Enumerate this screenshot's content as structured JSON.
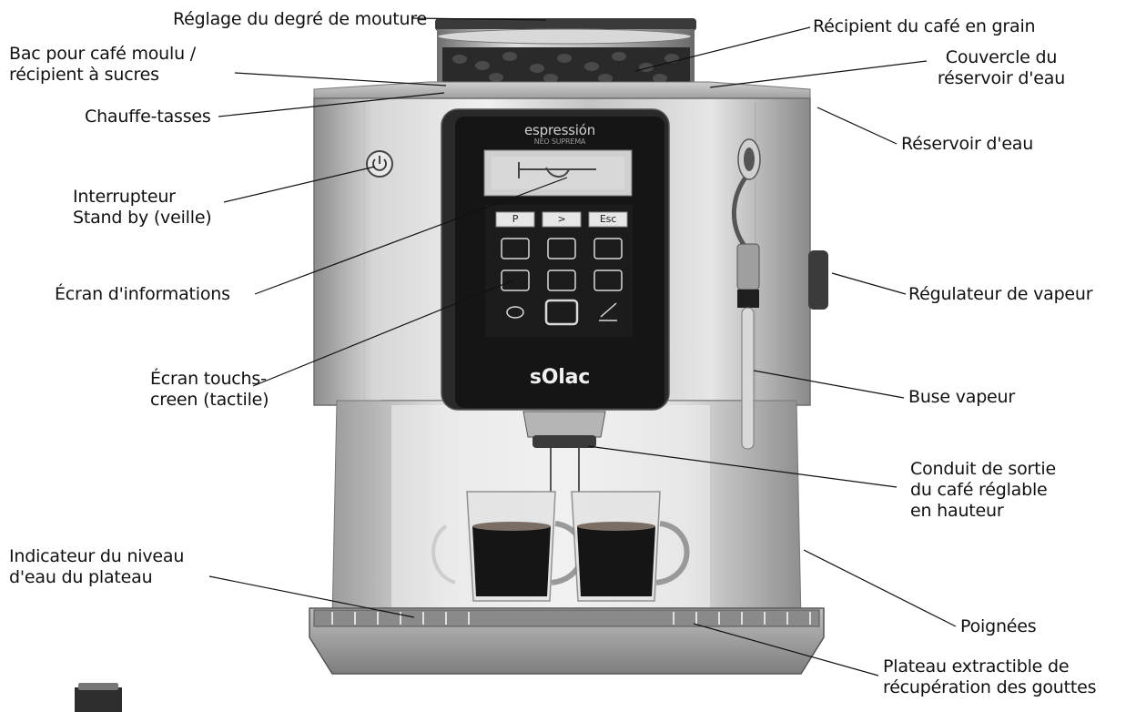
{
  "machine": {
    "brand_top": "espressión",
    "brand_sub": "NEO SUPREMA",
    "logo": "sOlac",
    "buttons": [
      "P",
      ">",
      "Esc"
    ]
  },
  "labels": {
    "grind": "Réglage du degré de mouture",
    "bean_container": "Récipient du café en grain",
    "ground_tray": "Bac pour café moulu /\nrécipient à sucres",
    "tank_lid": "Couvercle du\nréservoir d'eau",
    "cup_warmer": "Chauffe-tasses",
    "water_tank": "Réservoir d'eau",
    "standby": "Interrupteur\nStand by (veille)",
    "info_screen": "Écran d'informations",
    "steam_regulator": "Régulateur de vapeur",
    "touchscreen": "Écran touchs-\ncreen (tactile)",
    "steam_nozzle": "Buse vapeur",
    "coffee_outlet": "Conduit de sortie\ndu café réglable\nen hauteur",
    "water_indicator": "Indicateur du niveau\nd'eau du plateau",
    "handles": "Poignées",
    "drip_tray": "Plateau extractible de\nrécupération des gouttes"
  },
  "colors": {
    "steel_light": "#e3e3e3",
    "steel_dark": "#8c8c8c",
    "panel": "#151515",
    "leader": "#111111"
  }
}
